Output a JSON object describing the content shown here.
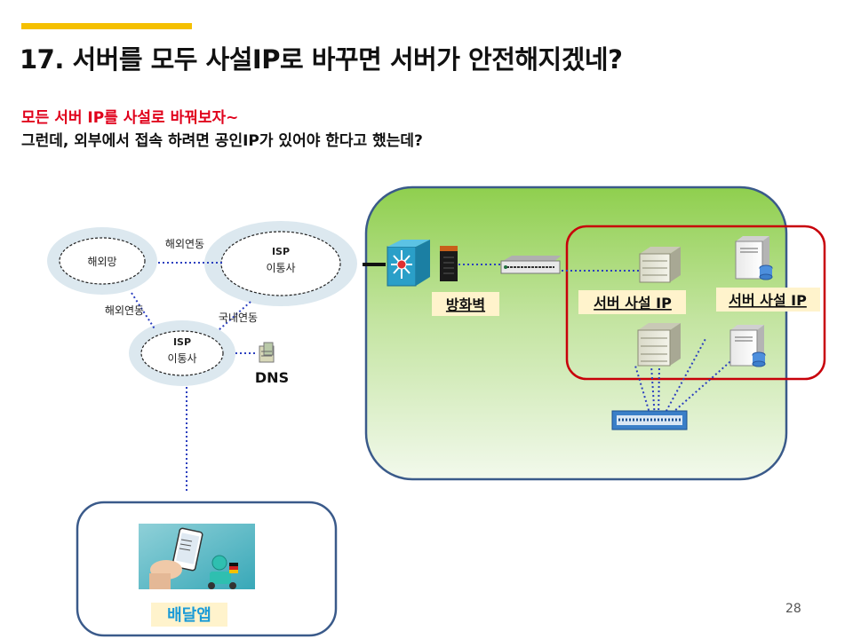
{
  "slide": {
    "title": "17. 서버를 모두 사설IP로 바꾸면  서버가 안전해지겠네?",
    "line1": "모든 서버 IP를 사설로 바꿔보자~",
    "line2": "그런데, 외부에서 접속 하려면 공인IP가 있어야 한다고 했는데?",
    "page_number": "28"
  },
  "diagram": {
    "overseas_net": "해외망",
    "overseas_link_top": "해외연동",
    "overseas_link_left": "해외연동",
    "domestic_link": "국내연동",
    "isp_top": {
      "line1": "ISP",
      "line2": "이통사"
    },
    "isp_bottom": {
      "line1": "ISP",
      "line2": "이통사"
    },
    "dns": "DNS",
    "firewall": "방화벽",
    "server_private_ip_1": "서버 사설 IP",
    "server_private_ip_2": "서버 사설 IP",
    "delivery_app": "배달앱"
  },
  "colors": {
    "accent": "#f5c000",
    "red_text": "#e0001b",
    "zone_border": "#c8000a",
    "network_green_top": "#8fcf4e",
    "network_green_bottom": "#eef7e6",
    "network_border": "#3a5a8a",
    "cloud_fill": "#dce8ef",
    "link_dots": "#2b3fbf"
  }
}
